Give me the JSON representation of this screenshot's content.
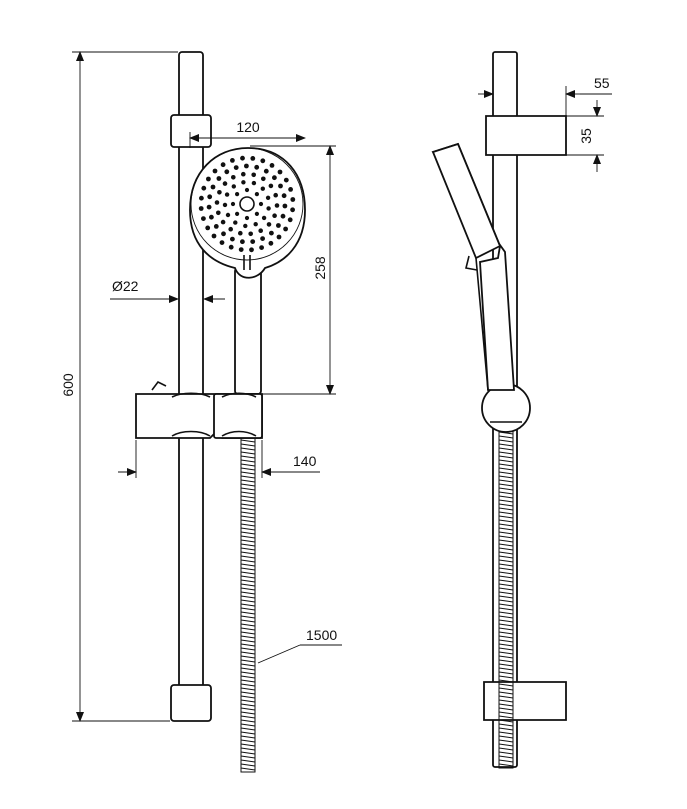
{
  "dimensions": {
    "height_total": "600",
    "head_width": "120",
    "head_height": "258",
    "bar_diameter": "Ø22",
    "slider_width": "140",
    "hose_length": "1500",
    "bracket_offset": "55",
    "bracket_height": "35"
  }
}
